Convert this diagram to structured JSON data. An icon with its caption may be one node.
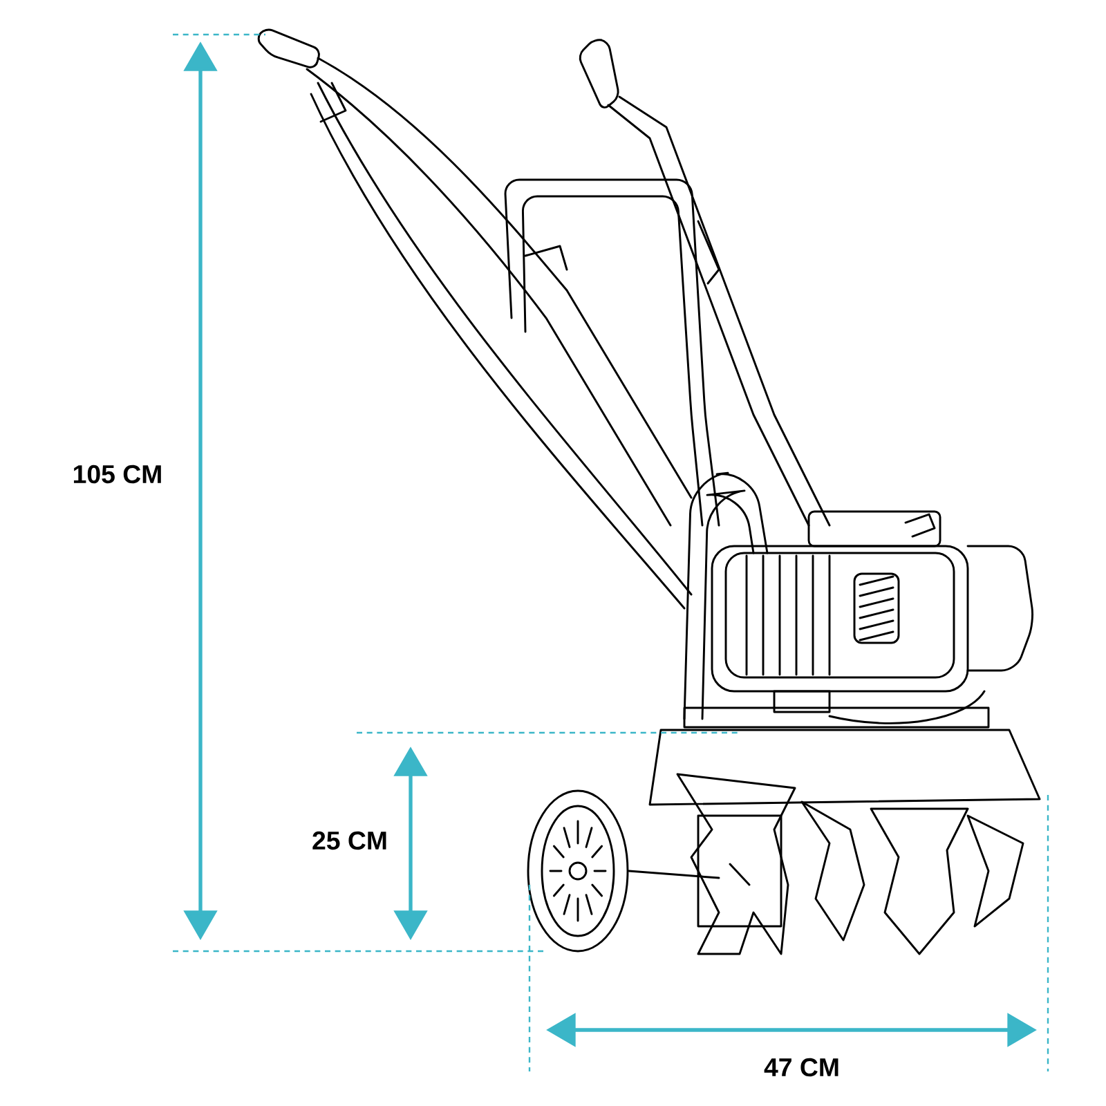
{
  "diagram": {
    "labels": [
      "105 CM",
      "25 CM",
      "47 CM"
    ]
  }
}
